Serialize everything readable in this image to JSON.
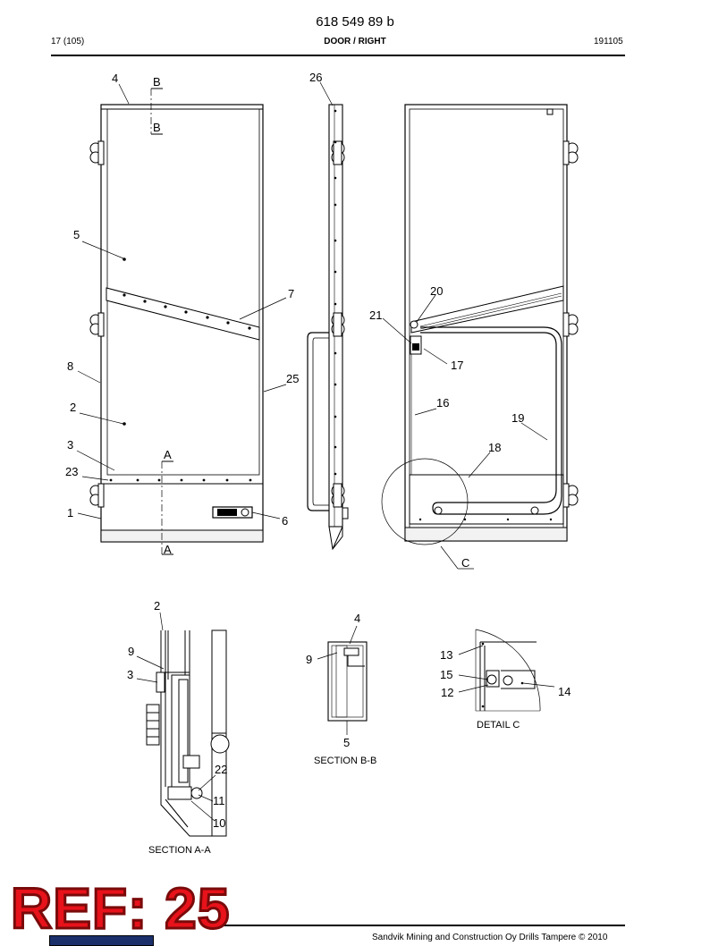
{
  "header": {
    "part_number": "618 549 89 b",
    "page": "17 (105)",
    "title": "DOOR / RIGHT",
    "code": "191105"
  },
  "callouts": {
    "front": [
      "4",
      "B",
      "B",
      "5",
      "7",
      "8",
      "25",
      "2",
      "3",
      "A",
      "23",
      "1",
      "6",
      "A"
    ],
    "side": [
      "26"
    ],
    "rear": [
      "20",
      "21",
      "17",
      "16",
      "19",
      "18",
      "C"
    ],
    "section_aa": [
      "2",
      "9",
      "3",
      "22",
      "11",
      "10"
    ],
    "section_bb": [
      "4",
      "9",
      "5"
    ],
    "detail_c": [
      "13",
      "15",
      "12",
      "14"
    ]
  },
  "view_labels": {
    "section_aa": "SECTION A-A",
    "section_bb": "SECTION B-B",
    "detail_c": "DETAIL C"
  },
  "ref_stamp": "REF: 25",
  "footer": "Sandvik Mining and Construction Oy Drills Tampere © 2010",
  "colors": {
    "stamp": "#e8121a",
    "line": "#000000"
  }
}
